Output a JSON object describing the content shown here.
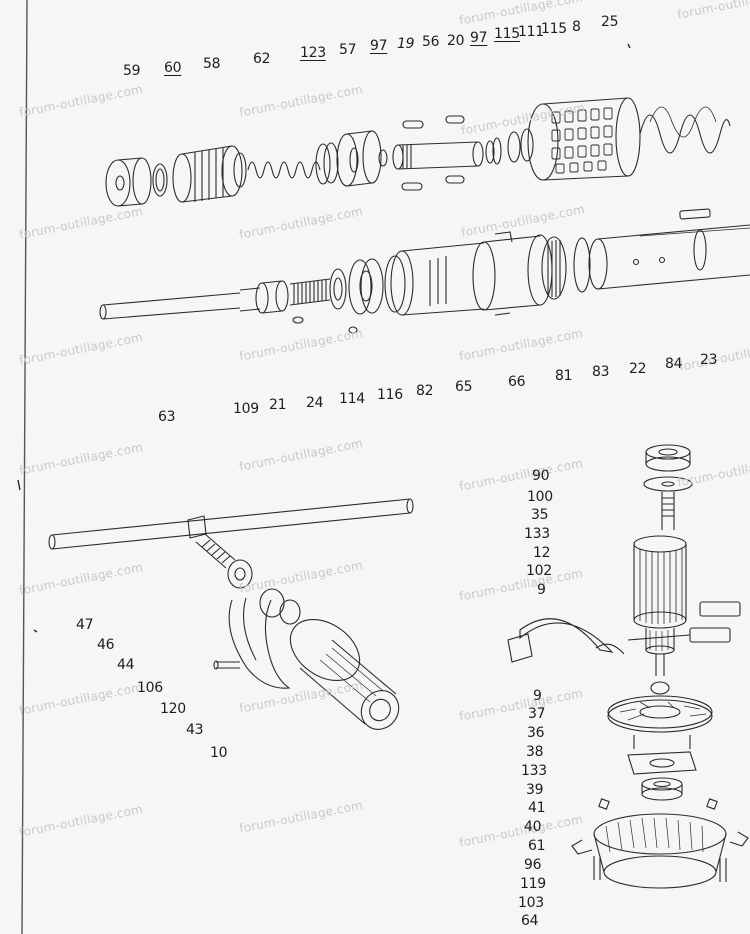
{
  "top_callouts": [
    "59",
    "60",
    "58",
    "62",
    "123",
    "57",
    "97",
    "19",
    "56",
    "20",
    "97",
    "115",
    "111",
    "115",
    "8",
    "25"
  ],
  "middle_callouts": [
    "63",
    "109",
    "21",
    "24",
    "114",
    "116",
    "82",
    "65",
    "66",
    "81",
    "83",
    "22",
    "84",
    "23"
  ],
  "motor_callouts": [
    "90",
    "100",
    "35",
    "133",
    "12",
    "102",
    "9",
    "9",
    "37",
    "36",
    "38",
    "133",
    "39",
    "41",
    "40",
    "61",
    "96",
    "119",
    "103",
    "64"
  ],
  "handle_callouts": [
    "47",
    "46",
    "44",
    "106",
    "120",
    "43",
    "10"
  ],
  "watermark": "forum-outillage.com",
  "colors": {
    "paper": "#f6f6f4",
    "ink": "#2a2a2a",
    "watermark": "#c9c9c9"
  }
}
